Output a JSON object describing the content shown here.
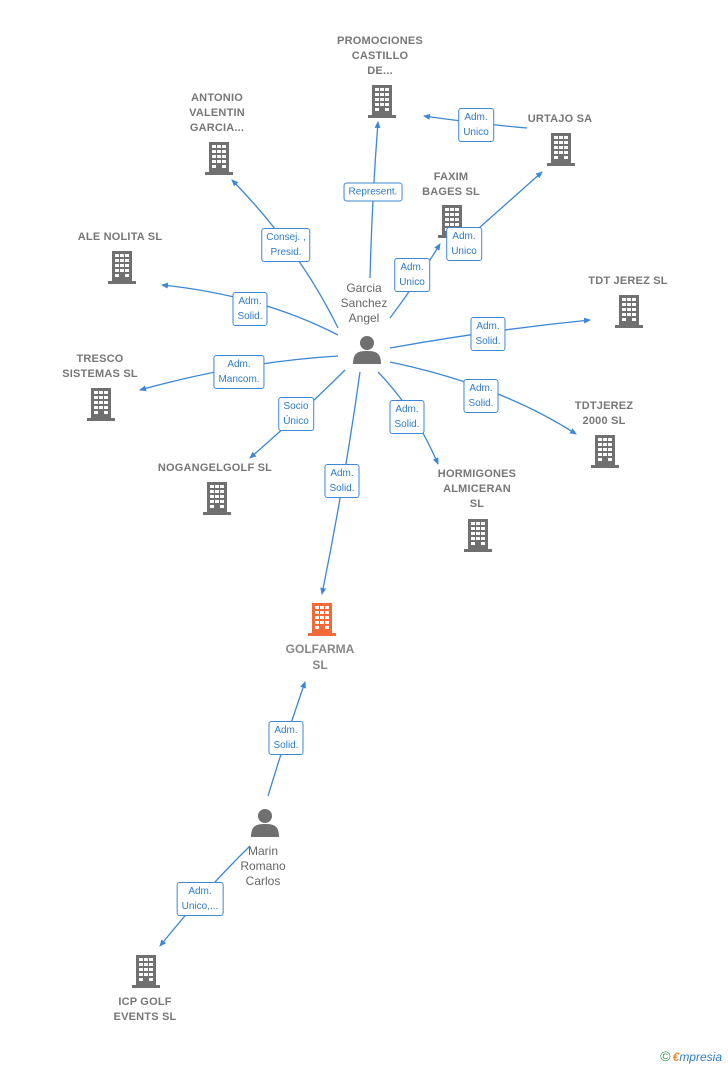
{
  "center_person": {
    "lines": [
      "Garcia",
      "Sanchez",
      "Angel"
    ]
  },
  "second_person": {
    "lines": [
      "Marin",
      "Romano",
      "Carlos"
    ]
  },
  "main_company": {
    "lines": [
      "GOLFARMA",
      "SL"
    ],
    "color": "#f26a3a"
  },
  "companies": [
    {
      "id": "promociones",
      "lines": [
        "PROMOCIONES",
        "CASTILLO",
        "DE..."
      ]
    },
    {
      "id": "antonio",
      "lines": [
        "ANTONIO",
        "VALENTIN",
        "GARCIA..."
      ]
    },
    {
      "id": "urtajo",
      "lines": [
        "URTAJO SA"
      ]
    },
    {
      "id": "faxim",
      "lines": [
        "FAXIM",
        "BAGES SL"
      ]
    },
    {
      "id": "ale-nolita",
      "lines": [
        "ALE NOLITA SL"
      ]
    },
    {
      "id": "tdt-jerez",
      "lines": [
        "TDT JEREZ SL"
      ]
    },
    {
      "id": "tresco",
      "lines": [
        "TRESCO",
        "SISTEMAS  SL"
      ]
    },
    {
      "id": "tdtjerez-2000",
      "lines": [
        "TDTJEREZ",
        "2000  SL"
      ]
    },
    {
      "id": "nogangelgolf",
      "lines": [
        "NOGANGELGOLF SL"
      ]
    },
    {
      "id": "hormigones",
      "lines": [
        "HORMIGONES",
        "ALMICERAN",
        "SL"
      ]
    },
    {
      "id": "icp-golf",
      "lines": [
        "ICP GOLF",
        "EVENTS SL"
      ]
    }
  ],
  "edges": [
    {
      "id": "represent",
      "label": [
        "Represent."
      ]
    },
    {
      "id": "adm-unico-urtajo",
      "label": [
        "Adm.",
        "Unico"
      ]
    },
    {
      "id": "consej",
      "label": [
        "Consej. ,",
        "Presid."
      ]
    },
    {
      "id": "adm-unico-faxim",
      "label": [
        "Adm.",
        "Unico"
      ]
    },
    {
      "id": "adm-unico-urtajo2",
      "label": [
        "Adm.",
        "Unico"
      ]
    },
    {
      "id": "adm-solid-ale",
      "label": [
        "Adm.",
        "Solid."
      ]
    },
    {
      "id": "adm-solid-tdt",
      "label": [
        "Adm.",
        "Solid."
      ]
    },
    {
      "id": "adm-mancom",
      "label": [
        "Adm.",
        "Mancom."
      ]
    },
    {
      "id": "adm-solid-tdt2000",
      "label": [
        "Adm.",
        "Solid."
      ]
    },
    {
      "id": "socio-unico",
      "label": [
        "Socio",
        "Único"
      ]
    },
    {
      "id": "adm-solid-horm",
      "label": [
        "Adm.",
        "Solid."
      ]
    },
    {
      "id": "adm-solid-golfarma",
      "label": [
        "Adm.",
        "Solid."
      ]
    },
    {
      "id": "adm-solid-marin",
      "label": [
        "Adm.",
        "Solid."
      ]
    },
    {
      "id": "adm-unico-icp",
      "label": [
        "Adm.",
        "Unico,..."
      ]
    }
  ],
  "footer": {
    "copyright": "©",
    "brand_e": "€",
    "brand_rest": "mpresia"
  },
  "colors": {
    "edge": "#3d87d4",
    "building": "#707070",
    "person": "#707070",
    "main": "#f26a3a"
  }
}
